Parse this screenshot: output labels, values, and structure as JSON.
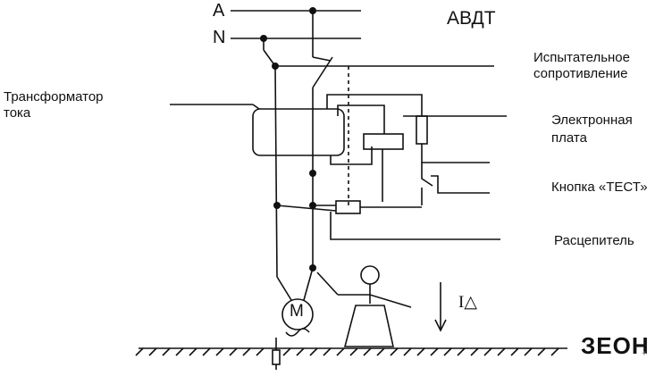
{
  "diagram": {
    "phase_a": "A",
    "phase_n": "N",
    "device_title": "АВДТ",
    "label_test_resistance_1": "Испытательное",
    "label_test_resistance_2": "сопротивление",
    "label_current_transformer_1": "Трансформатор",
    "label_current_transformer_2": "тока",
    "label_electronic_board_1": "Электронная",
    "label_electronic_board_2": "плата",
    "label_test_button": "Кнопка «ТЕСТ»",
    "label_release": "Расцепитель",
    "motor_symbol": "M",
    "leakage_current_symbol": "I△"
  },
  "logo": {
    "text": "ЗЕОН",
    "subtext": "+"
  }
}
